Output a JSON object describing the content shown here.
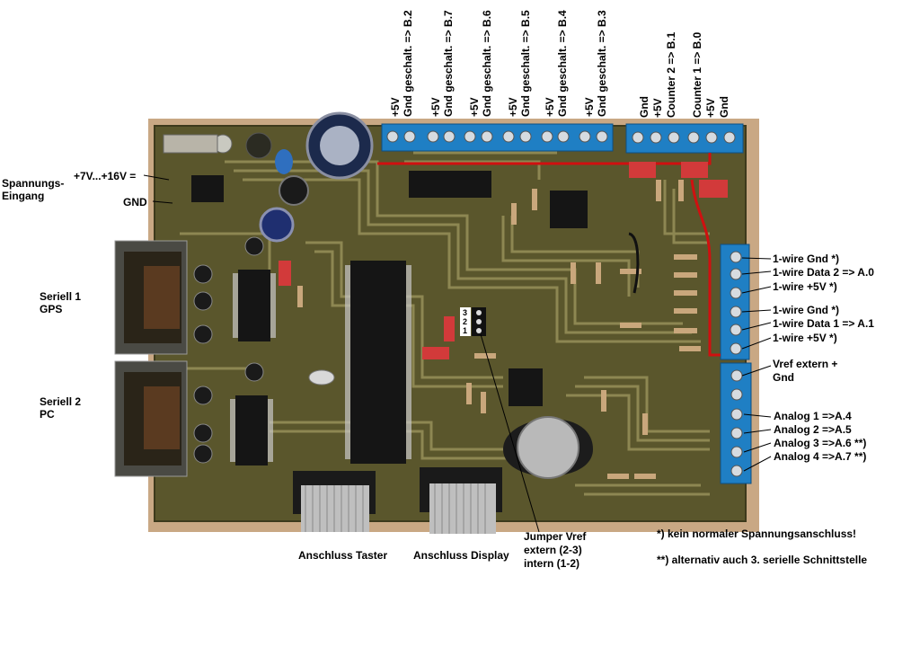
{
  "top_terminals": [
    {
      "line1": "+5V",
      "line2": "Gnd geschalt. => B.2"
    },
    {
      "line1": "+5V",
      "line2": "Gnd geschalt. => B.7"
    },
    {
      "line1": "+5V",
      "line2": "Gnd geschalt. => B.6"
    },
    {
      "line1": "+5V",
      "line2": "Gnd geschalt. => B.5"
    },
    {
      "line1": "+5V",
      "line2": "Gnd geschalt. => B.4"
    },
    {
      "line1": "+5V",
      "line2": "Gnd geschalt. => B.3"
    }
  ],
  "counter_terminals": [
    "Gnd",
    "+5V",
    "Counter 2 => B.1",
    "Counter 1 => B.0",
    "+5V",
    "Gnd"
  ],
  "left_labels": {
    "power_line1": "Spannungs-",
    "power_line2": "Eingang",
    "voltage": "+7V...+16V =",
    "gnd": "GND",
    "serial1_line1": "Seriell 1",
    "serial1_line2": "GPS",
    "serial2_line1": "Seriell 2",
    "serial2_line2": "PC"
  },
  "right_labels": [
    "1-wire Gnd *)",
    "1-wire Data 2 => A.0",
    "1-wire +5V *)",
    "1-wire Gnd *)",
    "1-wire Data 1 => A.1",
    "1-wire +5V *)",
    "Vref extern +",
    "Gnd",
    "Analog 1  =>A.4",
    "Analog 2  =>A.5",
    "Analog 3  =>A.6 **)",
    "Analog 4  =>A.7 **)"
  ],
  "bottom_labels": {
    "taster": "Anschluss Taster",
    "display": "Anschluss Display",
    "jumper_line1": "Jumper Vref",
    "jumper_line2": "extern (2-3)",
    "jumper_line3": "intern (1-2)"
  },
  "notes": {
    "note1": "*)  kein normaler Spannungsanschluss!",
    "note2": "**) alternativ auch 3. serielle Schnittstelle"
  },
  "jumper_pins": [
    "3",
    "2",
    "1"
  ],
  "colors": {
    "board": "#5e5a2e",
    "trace": "#8a8450",
    "terminal_blue": "#1f7fc4",
    "chip": "#151515",
    "red_wire": "#d01010"
  }
}
